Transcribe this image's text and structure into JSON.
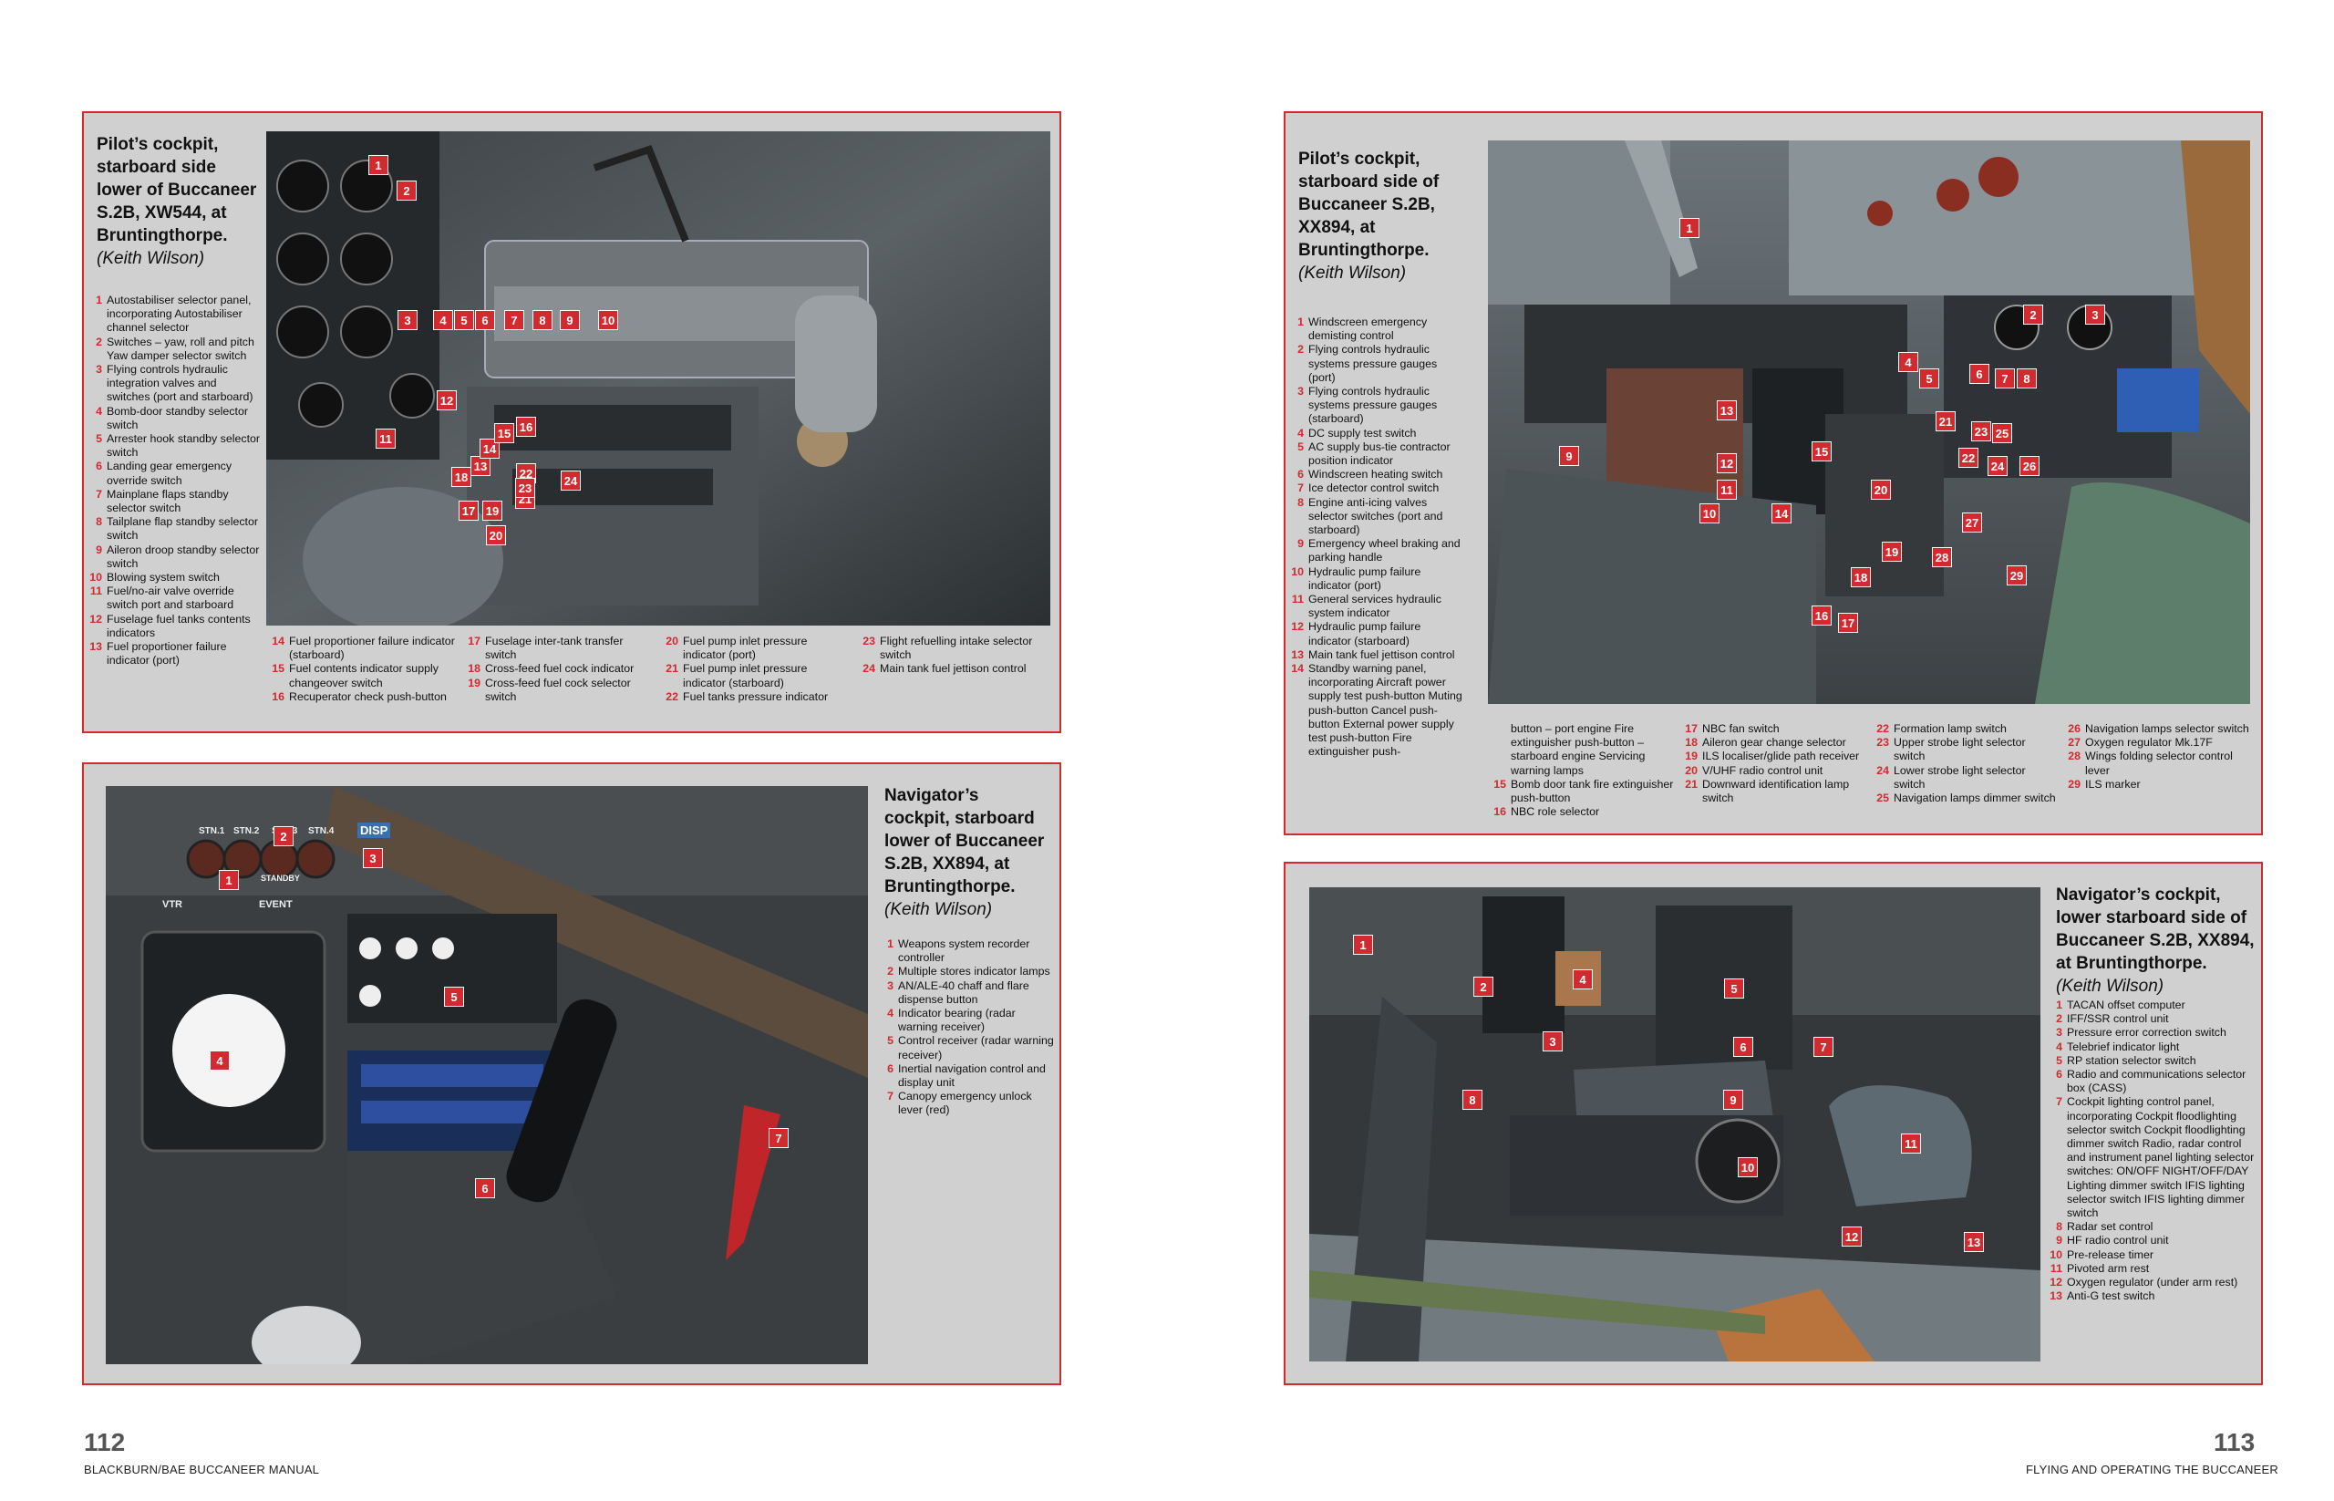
{
  "panels": [
    {
      "title": "Pilot’s cockpit, starboard side lower of Buccaneer S.2B, XW544, at Bruntingthorpe.",
      "credit": "(Keith Wilson)",
      "markers": [
        "1",
        "2",
        "3",
        "4",
        "5",
        "6",
        "7",
        "8",
        "9",
        "10",
        "11",
        "12",
        "13",
        "14",
        "15",
        "16",
        "17",
        "18",
        "19",
        "20",
        "21",
        "22",
        "23",
        "24"
      ],
      "legend_side": [
        {
          "n": "1",
          "t": "Autostabiliser selector panel, incorporating Autostabiliser channel selector"
        },
        {
          "n": "2",
          "t": "Switches – yaw, roll and pitch Yaw damper selector switch"
        },
        {
          "n": "3",
          "t": "Flying controls hydraulic integration valves and switches (port and starboard)"
        },
        {
          "n": "4",
          "t": "Bomb-door standby selector switch"
        },
        {
          "n": "5",
          "t": "Arrester hook standby selector switch"
        },
        {
          "n": "6",
          "t": "Landing gear emergency override switch"
        },
        {
          "n": "7",
          "t": "Mainplane flaps standby selector switch"
        },
        {
          "n": "8",
          "t": "Tailplane flap standby selector switch"
        },
        {
          "n": "9",
          "t": "Aileron droop standby selector switch"
        },
        {
          "n": "10",
          "t": "Blowing system switch"
        },
        {
          "n": "11",
          "t": "Fuel/no-air valve override switch port and starboard"
        },
        {
          "n": "12",
          "t": "Fuselage fuel tanks contents indicators"
        },
        {
          "n": "13",
          "t": "Fuel proportioner failure indicator (port)"
        }
      ],
      "legend_cols": [
        [
          {
            "n": "14",
            "t": "Fuel proportioner failure indicator (starboard)"
          },
          {
            "n": "15",
            "t": "Fuel contents indicator supply changeover switch"
          },
          {
            "n": "16",
            "t": "Recuperator check push-button"
          }
        ],
        [
          {
            "n": "17",
            "t": "Fuselage inter-tank transfer switch"
          },
          {
            "n": "18",
            "t": "Cross-feed fuel cock indicator"
          },
          {
            "n": "19",
            "t": "Cross-feed fuel cock selector switch"
          }
        ],
        [
          {
            "n": "20",
            "t": "Fuel pump inlet pressure indicator (port)"
          },
          {
            "n": "21",
            "t": "Fuel pump inlet pressure indicator (starboard)"
          },
          {
            "n": "22",
            "t": "Fuel tanks pressure indicator"
          }
        ],
        [
          {
            "n": "23",
            "t": "Flight refuelling intake selector switch"
          },
          {
            "n": "24",
            "t": "Main tank fuel jettison control"
          }
        ]
      ]
    },
    {
      "title": "Navigator’s cockpit, starboard lower of Buccaneer S.2B, XX894, at Bruntingthorpe.",
      "credit": "(Keith Wilson)",
      "markers": [
        "1",
        "2",
        "3",
        "4",
        "5",
        "6",
        "7"
      ],
      "photo_labels": [
        "STN.1",
        "STN.2",
        "STN.3",
        "STN.4",
        "DISP",
        "EVENT",
        "VTR",
        "STANDBY"
      ],
      "legend_side": [
        {
          "n": "1",
          "t": "Weapons system recorder controller"
        },
        {
          "n": "2",
          "t": "Multiple stores indicator lamps"
        },
        {
          "n": "3",
          "t": "AN/ALE-40 chaff and flare dispense button"
        },
        {
          "n": "4",
          "t": "Indicator bearing (radar warning receiver)"
        },
        {
          "n": "5",
          "t": "Control receiver (radar warning receiver)"
        },
        {
          "n": "6",
          "t": "Inertial navigation control and display unit"
        },
        {
          "n": "7",
          "t": "Canopy emergency unlock lever (red)"
        }
      ]
    },
    {
      "title": "Pilot’s cockpit, starboard side of Buccaneer S.2B, XX894, at Bruntingthorpe.",
      "credit": "(Keith Wilson)",
      "markers": [
        "1",
        "2",
        "3",
        "4",
        "5",
        "6",
        "7",
        "8",
        "9",
        "10",
        "11",
        "12",
        "13",
        "14",
        "15",
        "16",
        "17",
        "18",
        "19",
        "20",
        "21",
        "22",
        "23",
        "24",
        "25",
        "26",
        "27",
        "28",
        "29"
      ],
      "legend_side": [
        {
          "n": "1",
          "t": "Windscreen emergency demisting control"
        },
        {
          "n": "2",
          "t": "Flying controls hydraulic systems pressure gauges (port)"
        },
        {
          "n": "3",
          "t": "Flying controls hydraulic systems pressure gauges (starboard)"
        },
        {
          "n": "4",
          "t": "DC supply test switch"
        },
        {
          "n": "5",
          "t": "AC supply bus-tie contractor position indicator"
        },
        {
          "n": "6",
          "t": "Windscreen heating switch"
        },
        {
          "n": "7",
          "t": "Ice detector control switch"
        },
        {
          "n": "8",
          "t": "Engine anti-icing valves selector switches (port and starboard)"
        },
        {
          "n": "9",
          "t": "Emergency wheel braking and parking handle"
        },
        {
          "n": "10",
          "t": "Hydraulic pump failure indicator (port)"
        },
        {
          "n": "11",
          "t": "General services hydraulic system indicator"
        },
        {
          "n": "12",
          "t": "Hydraulic pump failure indicator (starboard)"
        },
        {
          "n": "13",
          "t": "Main tank fuel jettison control"
        },
        {
          "n": "14",
          "t": "Standby warning panel, incorporating Aircraft power supply test push-button Muting push-button Cancel push-button External power supply test push-button Fire extinguisher push-"
        }
      ],
      "legend_cols": [
        [
          {
            "n": "",
            "t": "button – port engine Fire extinguisher push-button – starboard engine Servicing warning lamps"
          },
          {
            "n": "15",
            "t": "Bomb door tank fire extinguisher push-button"
          },
          {
            "n": "16",
            "t": "NBC role selector"
          }
        ],
        [
          {
            "n": "17",
            "t": "NBC fan switch"
          },
          {
            "n": "18",
            "t": "Aileron gear change selector"
          },
          {
            "n": "19",
            "t": "ILS localiser/glide path receiver"
          },
          {
            "n": "20",
            "t": "V/UHF radio control unit"
          },
          {
            "n": "21",
            "t": "Downward identification lamp switch"
          }
        ],
        [
          {
            "n": "22",
            "t": "Formation lamp switch"
          },
          {
            "n": "23",
            "t": "Upper strobe light selector switch"
          },
          {
            "n": "24",
            "t": "Lower strobe light selector switch"
          },
          {
            "n": "25",
            "t": "Navigation lamps dimmer switch"
          }
        ],
        [
          {
            "n": "26",
            "t": "Navigation lamps selector switch"
          },
          {
            "n": "27",
            "t": "Oxygen regulator Mk.17F"
          },
          {
            "n": "28",
            "t": "Wings folding selector control lever"
          },
          {
            "n": "29",
            "t": "ILS marker"
          }
        ]
      ]
    },
    {
      "title": "Navigator’s cockpit, lower starboard side of Buccaneer S.2B, XX894, at Bruntingthorpe.",
      "credit": "(Keith Wilson)",
      "markers": [
        "1",
        "2",
        "3",
        "4",
        "5",
        "6",
        "7",
        "8",
        "9",
        "10",
        "11",
        "12",
        "13"
      ],
      "legend_side": [
        {
          "n": "1",
          "t": "TACAN offset computer"
        },
        {
          "n": "2",
          "t": "IFF/SSR control unit"
        },
        {
          "n": "3",
          "t": "Pressure error correction switch"
        },
        {
          "n": "4",
          "t": "Telebrief indicator light"
        },
        {
          "n": "5",
          "t": "RP station selector switch"
        },
        {
          "n": "6",
          "t": "Radio and communications selector box (CASS)"
        },
        {
          "n": "7",
          "t": "Cockpit lighting control panel, incorporating Cockpit floodlighting selector switch Cockpit floodlighting dimmer switch Radio, radar control and instrument panel lighting selector switches: ON/OFF NIGHT/OFF/DAY Lighting dimmer switch IFIS lighting selector switch IFIS lighting dimmer switch"
        },
        {
          "n": "8",
          "t": "Radar set control"
        },
        {
          "n": "9",
          "t": "HF radio control unit"
        },
        {
          "n": "10",
          "t": "Pre-release timer"
        },
        {
          "n": "11",
          "t": "Pivoted arm rest"
        },
        {
          "n": "12",
          "t": "Oxygen regulator (under arm rest)"
        },
        {
          "n": "13",
          "t": "Anti-G test switch"
        }
      ]
    }
  ],
  "footer": {
    "left_page": "112",
    "left_title": "BLACKBURN/BAE BUCCANEER MANUAL",
    "right_page": "113",
    "right_title": "FLYING AND OPERATING THE BUCCANEER"
  },
  "colors": {
    "accent": "#d12a2f",
    "panel": "#d0d0d0"
  }
}
